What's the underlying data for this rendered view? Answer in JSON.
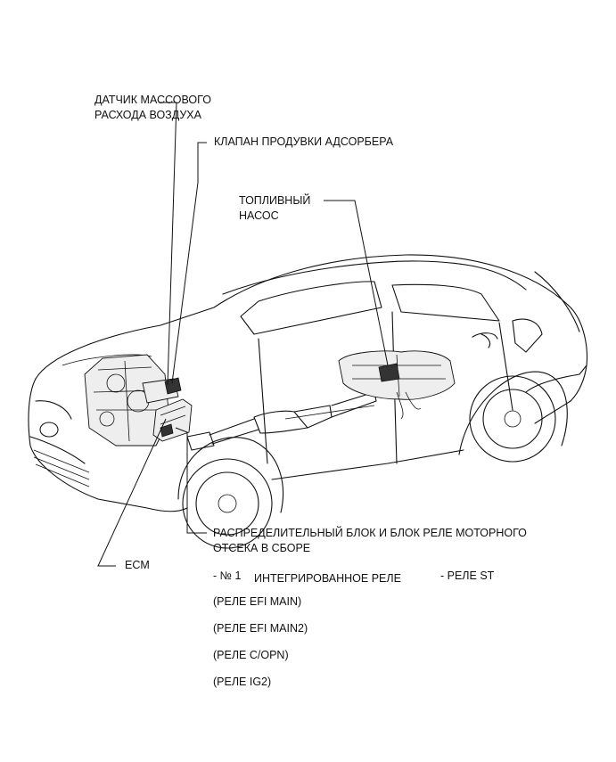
{
  "labels": {
    "maf_line1": "ДАТЧИК МАССОВОГО",
    "maf_line2": "РАСХОДА ВОЗДУХА",
    "purge_valve": "КЛАПАН ПРОДУВКИ АДСОРБЕРА",
    "fuel_pump_line1": "ТОПЛИВНЫЙ",
    "fuel_pump_line2": "НАСОС",
    "relay_block_line1": "РАСПРЕДЕЛИТЕЛЬНЫЙ БЛОК И БЛОК РЕЛЕ МОТОРНОГО",
    "relay_block_line2": "ОТСЕКА В СБОРЕ",
    "ecm": "ECM",
    "relay_no1": "- № 1",
    "integrated_relay": "ИНТЕГРИРОВАННОЕ РЕЛЕ",
    "st_relay": "- РЕЛЕ ST",
    "efi_main": "(РЕЛЕ EFI MAIN)",
    "efi_main2": "(РЕЛЕ EFI MAIN2)",
    "c_opn": "(РЕЛЕ C/OPN)",
    "ig2": "(РЕЛЕ IG2)"
  }
}
